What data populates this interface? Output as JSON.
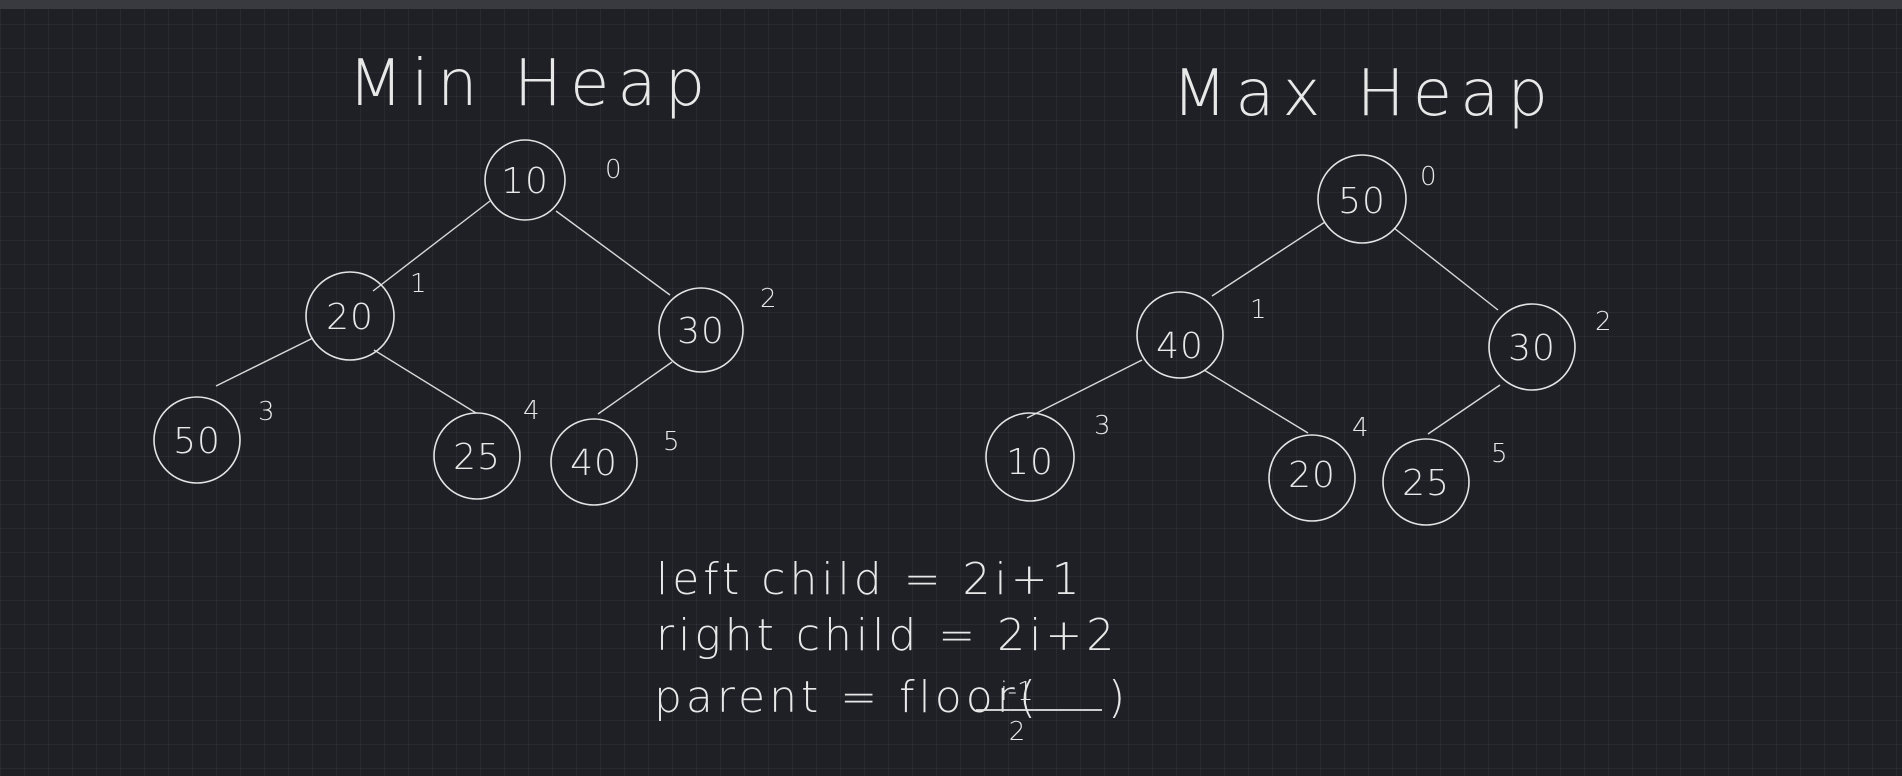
{
  "titles": {
    "min_heap": "Min Heap",
    "max_heap": "Max Heap"
  },
  "min_heap": {
    "nodes": [
      {
        "value": "10",
        "index": "0"
      },
      {
        "value": "20",
        "index": "1"
      },
      {
        "value": "30",
        "index": "2"
      },
      {
        "value": "50",
        "index": "3"
      },
      {
        "value": "25",
        "index": "4"
      },
      {
        "value": "40",
        "index": "5"
      }
    ]
  },
  "max_heap": {
    "nodes": [
      {
        "value": "50",
        "index": "0"
      },
      {
        "value": "40",
        "index": "1"
      },
      {
        "value": "30",
        "index": "2"
      },
      {
        "value": "10",
        "index": "3"
      },
      {
        "value": "20",
        "index": "4"
      },
      {
        "value": "25",
        "index": "5"
      }
    ]
  },
  "formulas": {
    "left_child": "left child = 2i+1",
    "right_child": "right child = 2i+2",
    "parent_prefix": "parent = floor(",
    "parent_numerator": "i-1",
    "parent_denominator": "2",
    "parent_suffix": ")"
  }
}
